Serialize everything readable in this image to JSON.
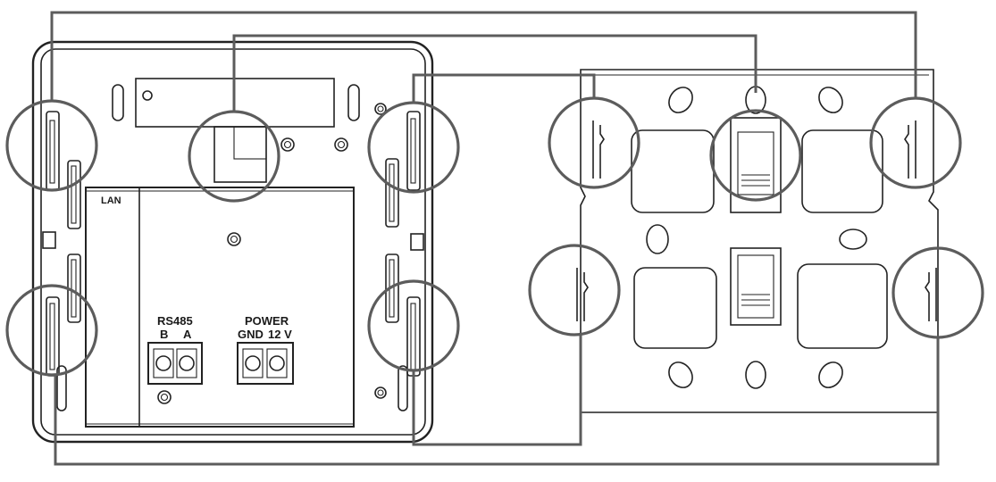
{
  "labels": {
    "lan": "LAN",
    "rs485": "RS485",
    "rs485_b": "B",
    "rs485_a": "A",
    "power": "POWER",
    "power_gnd": "GND",
    "power_12v": "12 V"
  },
  "colors": {
    "ink": "#222222",
    "callout": "#5c5c5c",
    "background": "#ffffff"
  }
}
